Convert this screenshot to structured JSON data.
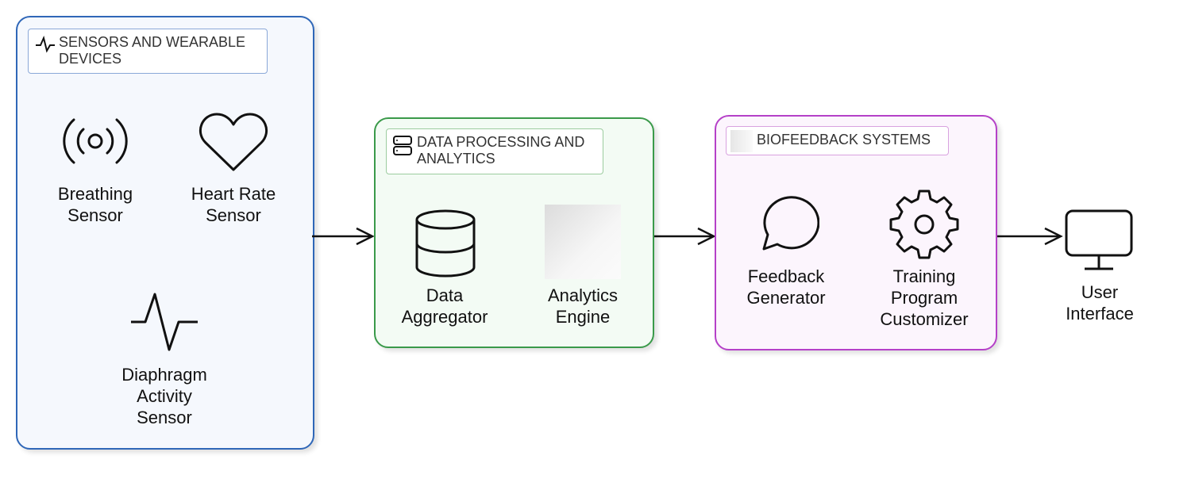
{
  "groups": {
    "sensors": {
      "title": "SENSORS AND WEARABLE DEVICES",
      "items": [
        {
          "label_1": "Breathing",
          "label_2": "Sensor"
        },
        {
          "label_1": "Heart Rate",
          "label_2": "Sensor"
        },
        {
          "label_1": "Diaphragm",
          "label_2": "Activity",
          "label_3": "Sensor"
        }
      ],
      "color": "#2f67b8"
    },
    "processing": {
      "title": "DATA PROCESSING AND ANALYTICS",
      "items": [
        {
          "label_1": "Data",
          "label_2": "Aggregator"
        },
        {
          "label_1": "Analytics",
          "label_2": "Engine"
        }
      ],
      "color": "#3a9a4a"
    },
    "biofeedback": {
      "title": "BIOFEEDBACK SYSTEMS",
      "items": [
        {
          "label_1": "Feedback",
          "label_2": "Generator"
        },
        {
          "label_1": "Training",
          "label_2": "Program",
          "label_3": "Customizer"
        }
      ],
      "color": "#b540c8"
    }
  },
  "output": {
    "label_1": "User",
    "label_2": "Interface"
  }
}
